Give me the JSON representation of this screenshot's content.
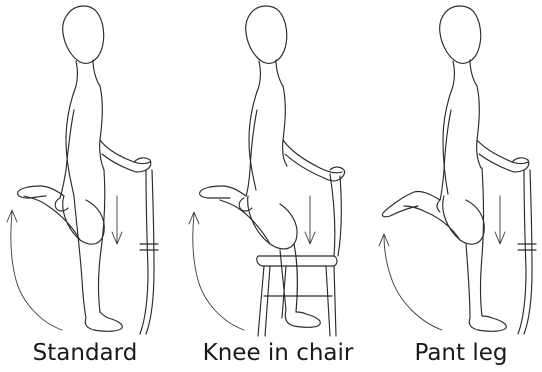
{
  "panels": [
    {
      "caption": "Standard"
    },
    {
      "caption": "Knee in chair"
    },
    {
      "caption": "Pant leg"
    }
  ],
  "colors": {
    "line": "#2b2b2b",
    "background": "#ffffff"
  }
}
